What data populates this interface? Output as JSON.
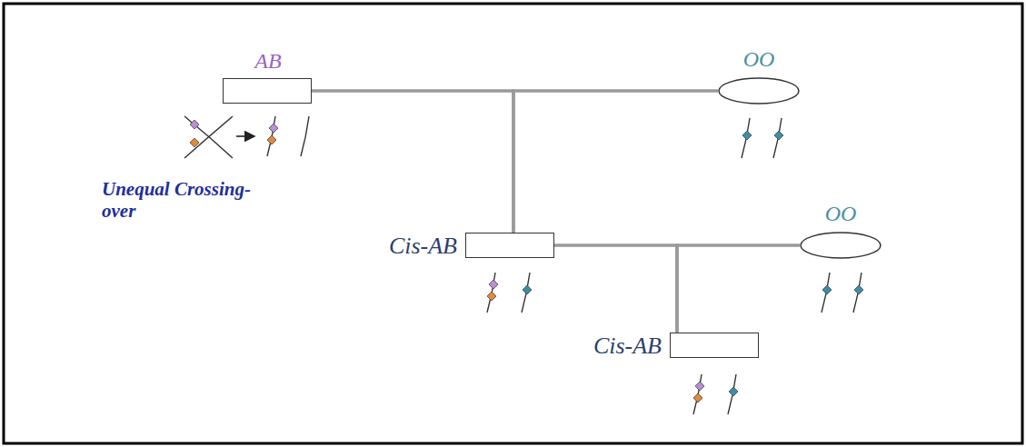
{
  "diagram": {
    "nodes": [
      {
        "text": [
          "AB"
        ]
      },
      {
        "text": [
          "OO"
        ]
      },
      {
        "text": [
          "Cis-AB"
        ]
      },
      {
        "text": [
          "OO"
        ]
      },
      {
        "text": [
          "Cis-AB"
        ]
      }
    ],
    "edges": [
      {
        "from": 0,
        "to": 1,
        "arrow": "none"
      },
      {
        "from": 0,
        "to": 2,
        "arrow": "none"
      },
      {
        "from": 1,
        "to": 2,
        "arrow": "none"
      },
      {
        "from": 2,
        "to": 3,
        "arrow": "none"
      },
      {
        "from": 2,
        "to": 4,
        "arrow": "none"
      },
      {
        "from": 3,
        "to": 4,
        "arrow": "none"
      }
    ],
    "labels": [
      "Unequal Crossing-over"
    ]
  }
}
